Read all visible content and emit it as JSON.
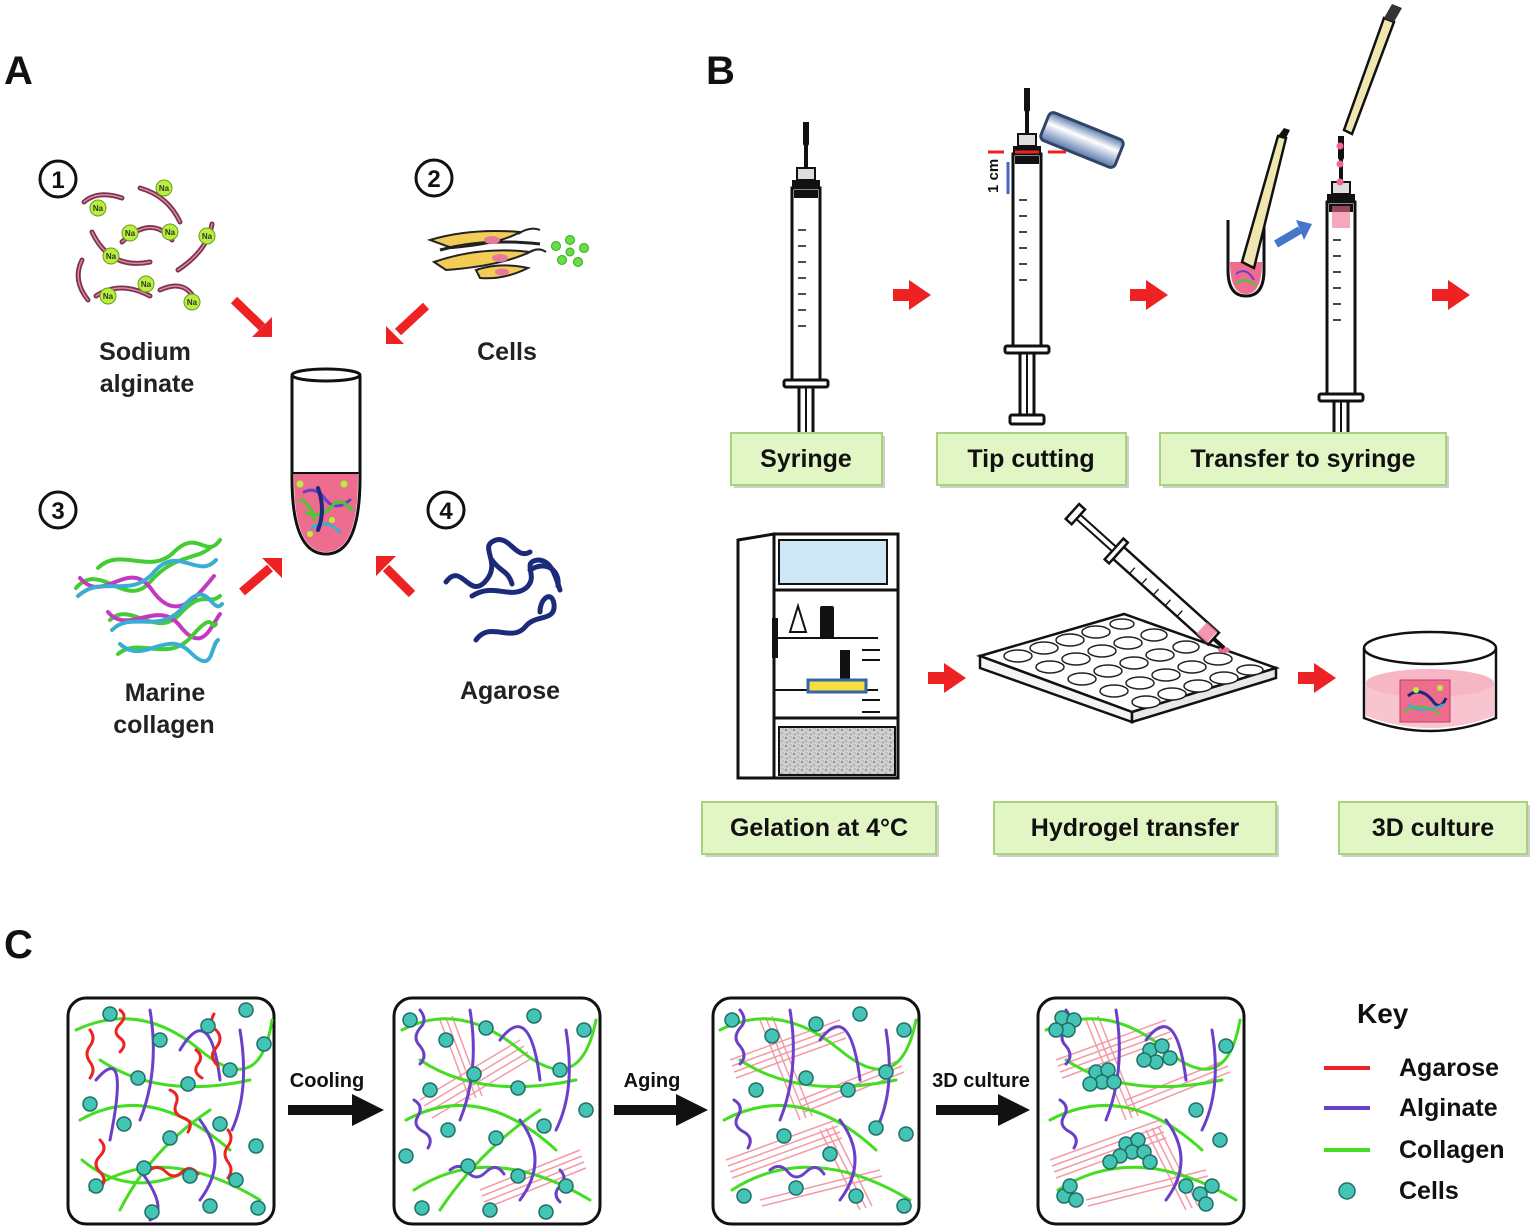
{
  "panels": {
    "a": {
      "letter": "A"
    },
    "b": {
      "letter": "B"
    },
    "c": {
      "letter": "C"
    }
  },
  "panel_a": {
    "components": [
      {
        "number": "1",
        "label_lines": [
          "Sodium",
          "alginate"
        ],
        "ion": "Na"
      },
      {
        "number": "2",
        "label_lines": [
          "Cells"
        ]
      },
      {
        "number": "3",
        "label_lines": [
          "Marine",
          "collagen"
        ]
      },
      {
        "number": "4",
        "label_lines": [
          "Agarose"
        ]
      }
    ]
  },
  "panel_b": {
    "scale_label": "1 cm",
    "steps": [
      "Syringe",
      "Tip cutting",
      "Transfer to syringe",
      "Gelation at 4°C",
      "Hydrogel transfer",
      "3D culture"
    ]
  },
  "panel_c": {
    "transitions": [
      "Cooling",
      "Aging",
      "3D culture"
    ],
    "key": {
      "title": "Key",
      "items": [
        {
          "label": "Agarose",
          "color": "#ee2222"
        },
        {
          "label": "Alginate",
          "color": "#6a3fc9"
        },
        {
          "label": "Collagen",
          "color": "#44dd22"
        },
        {
          "label": "Cells",
          "color": "#44c4b4"
        }
      ]
    }
  },
  "colors": {
    "flow_arrow": "#ee2222",
    "step_box_fill": "#e2f5c4",
    "step_box_border": "#a8d27c",
    "transfer_arrow": "#4477cc",
    "agarose": "#ee2222",
    "alginate": "#6a3fc9",
    "collagen": "#44dd22",
    "cells": "#44c4b4",
    "sodium_ion": "#b8f03c",
    "gel_pink": "#f06890"
  }
}
